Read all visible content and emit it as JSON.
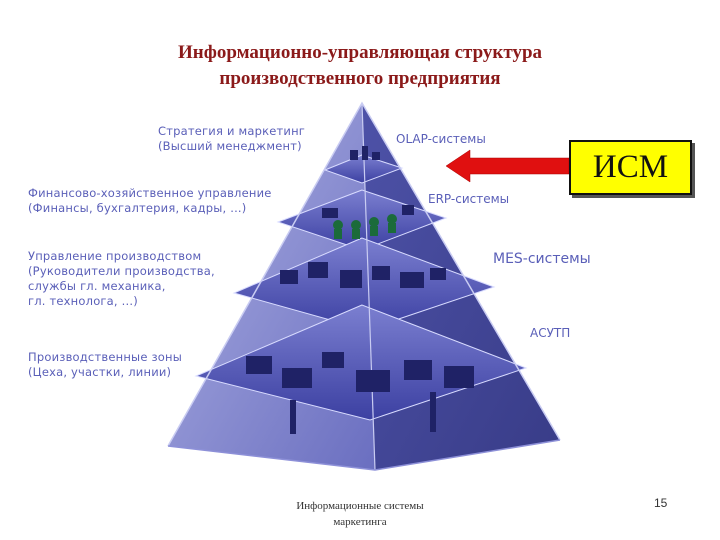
{
  "title": {
    "line1": "Информационно-управляющая структура",
    "line2": "производственного предприятия"
  },
  "levels": [
    {
      "label_line1": "Стратегия и маркетинг",
      "label_line2": "(Высший менеджмент)",
      "system": "OLAP-системы"
    },
    {
      "label_line1": "Финансово-хозяйственное управление",
      "label_line2": "(Финансы, бухгалтерия, кадры, ...)",
      "system": "ERP-системы"
    },
    {
      "label_line1": "Управление производством",
      "label_line2": "(Руководители производства,",
      "label_line3": "службы гл. механика,",
      "label_line4": "гл. технолога, ...)",
      "system": "MES-системы"
    },
    {
      "label_line1": "Производственные зоны",
      "label_line2": "(Цеха, участки, линии)",
      "system": "АСУТП"
    }
  ],
  "callout": {
    "text": "ИСМ",
    "box_color": "#ffff00",
    "arrow_color": "#e01010"
  },
  "colors": {
    "title": "#8b1a1a",
    "labels": "#5a5fb8",
    "pyramid": "#3a3fa0"
  },
  "footer": {
    "line1": "Информационные системы",
    "line2": "маркетинга"
  },
  "page_number": "15"
}
